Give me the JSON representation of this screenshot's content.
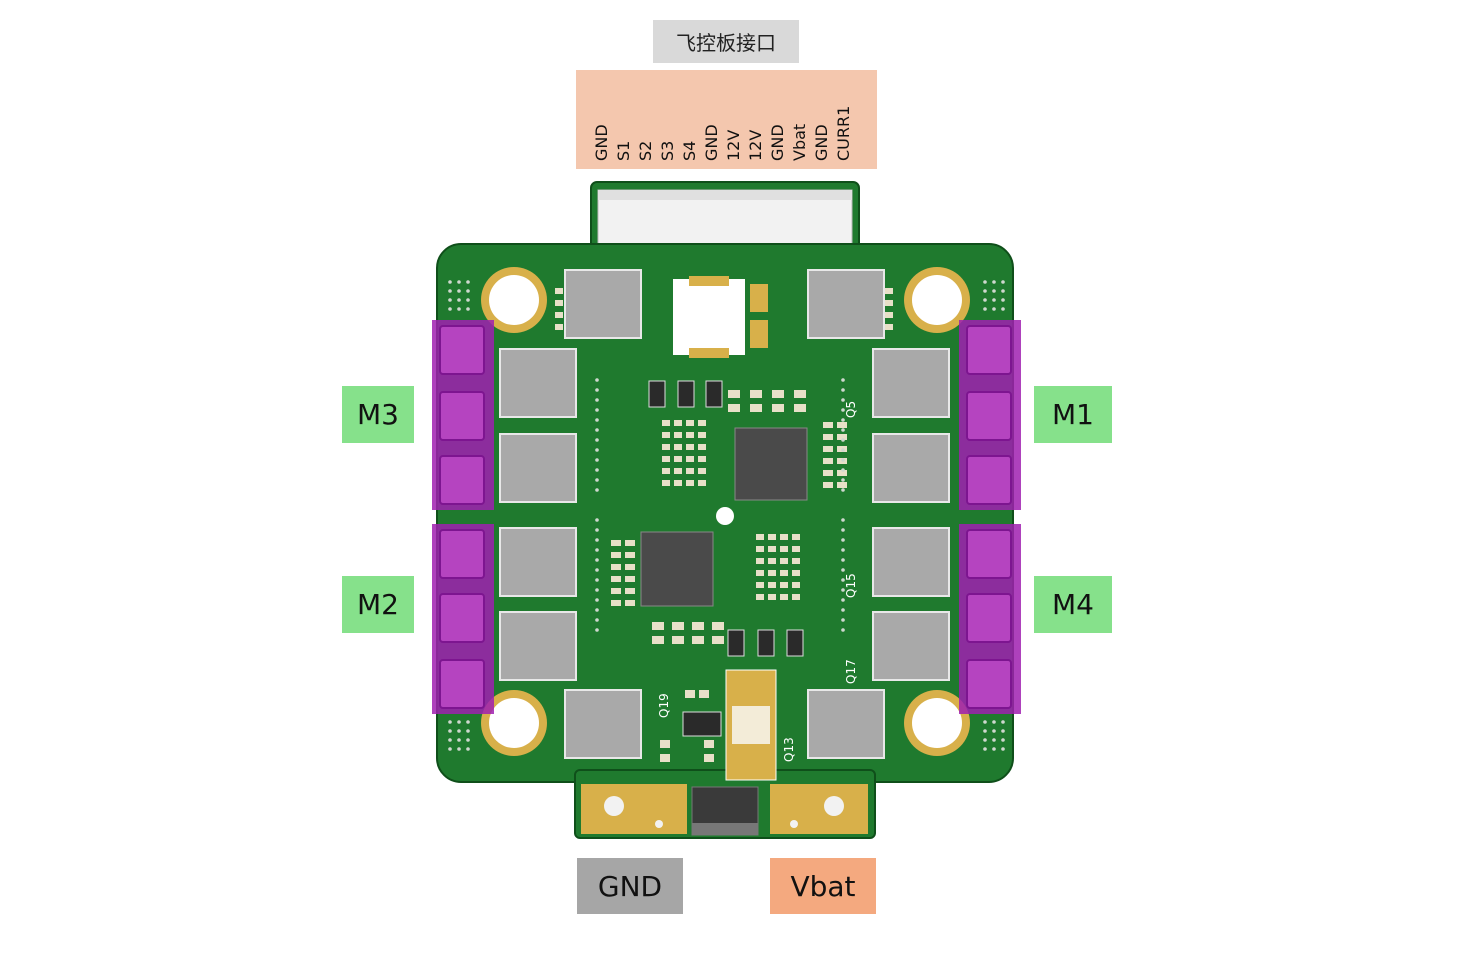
{
  "header": {
    "title": "飞控板接口"
  },
  "pins": [
    "GND",
    "S1",
    "S2",
    "S3",
    "S4",
    "GND",
    "12V",
    "12V",
    "GND",
    "Vbat",
    "GND",
    "CURR1"
  ],
  "motors": {
    "m1": "M1",
    "m2": "M2",
    "m3": "M3",
    "m4": "M4"
  },
  "power": {
    "gnd": "GND",
    "vbat": "Vbat"
  },
  "colors": {
    "pcb": "#1f7a2e",
    "pad_highlight": "#a020b0",
    "motor_label": "#86e18b",
    "gnd_label": "#a6a6a6",
    "vbat_label": "#f4a97f",
    "connector_label": "#f4c7ae",
    "title_label": "#d9d9d9",
    "gold": "#d8b04a",
    "mosfet": "#a9a9a9"
  },
  "chip_markings": {
    "q5": "Q5",
    "q15": "Q15",
    "q17": "Q17",
    "q13": "Q13",
    "q19": "Q19"
  }
}
